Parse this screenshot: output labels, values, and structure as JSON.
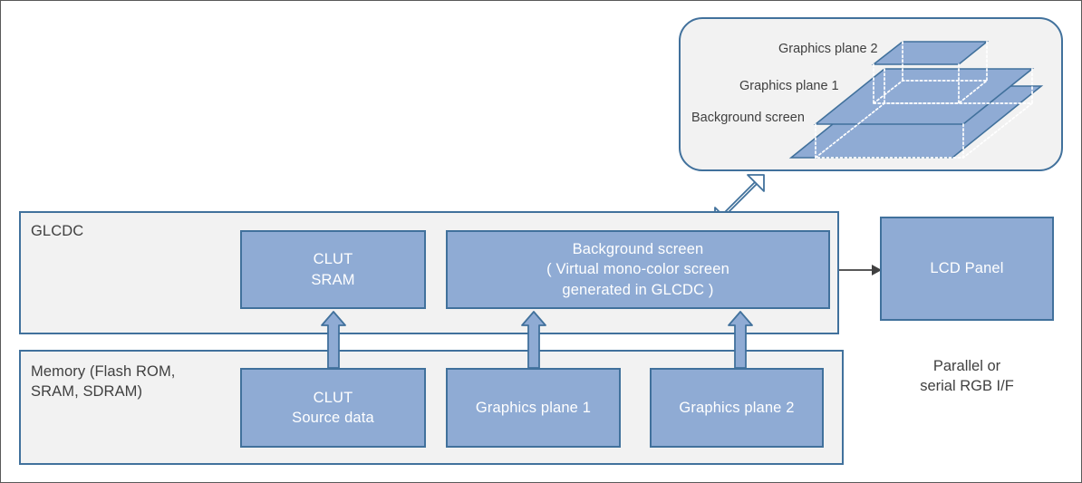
{
  "diagram": {
    "title": "GLCDC graphics plane composition block diagram",
    "colors": {
      "box_fill": "#8FABD4",
      "box_border": "#41719C",
      "group_fill": "#F2F2F2",
      "group_border": "#41719C",
      "text_dark": "#404040",
      "text_light": "#FFFFFF",
      "canvas_border": "#595959",
      "arrow_fill": "#8FABD4",
      "arrow_outline_fill": "#FFFFFF",
      "connector_line": "#404040",
      "dotted_guide": "#FFFFFF"
    }
  },
  "callout": {
    "name": "layer-stack-callout",
    "planes": [
      {
        "id": "plane-2",
        "label": "Graphics plane 2"
      },
      {
        "id": "plane-1",
        "label": "Graphics plane 1"
      },
      {
        "id": "background-screen",
        "label": "Background screen"
      }
    ]
  },
  "glcdc": {
    "label": "GLCDC",
    "blocks": [
      {
        "id": "clut-sram",
        "label": "CLUT\nSRAM"
      },
      {
        "id": "background-screen",
        "label": "Background screen\n( Virtual mono-color screen\ngenerated in GLCDC )"
      }
    ]
  },
  "memory": {
    "label": "Memory (Flash ROM,\nSRAM, SDRAM)",
    "blocks": [
      {
        "id": "clut-source-data",
        "label": "CLUT\nSource data"
      },
      {
        "id": "graphics-plane-1",
        "label": "Graphics plane 1"
      },
      {
        "id": "graphics-plane-2",
        "label": "Graphics plane 2"
      }
    ]
  },
  "output": {
    "lcd_panel_label": "LCD Panel",
    "interface_label": "Parallel or\nserial RGB I/F"
  }
}
